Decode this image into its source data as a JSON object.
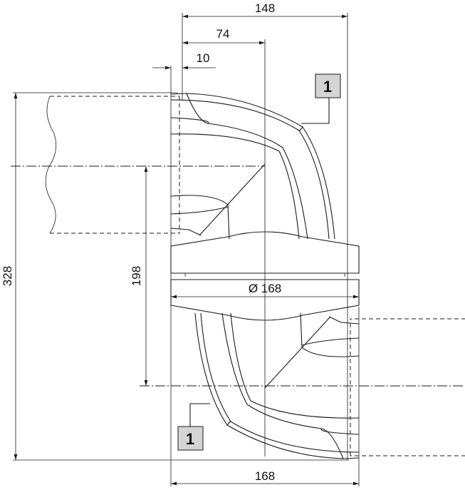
{
  "dimensions": {
    "overall_depth": "148",
    "half_depth": "74",
    "offset": "10",
    "total_height": "328",
    "center_distance": "198",
    "diameter": "Ø 168",
    "width": "168"
  },
  "callouts": {
    "top": "1",
    "bottom": "1"
  },
  "colors": {
    "callout_fill": "#d4d4d4",
    "line": "#1a1a1a"
  }
}
